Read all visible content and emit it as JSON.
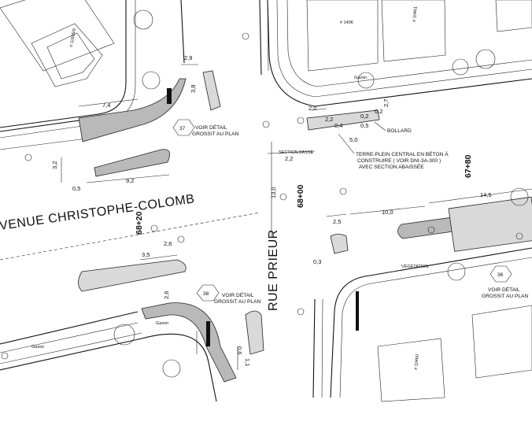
{
  "streets": {
    "avenue": "VENUE CHRISTOPHE-COLOMB",
    "rue": "RUE PRIEUR"
  },
  "stations": [
    "68+20",
    "68+00",
    "67+80"
  ],
  "notes": {
    "voir_detail_1": "VOIR DÉTAIL",
    "grossit_1": "GROSSIT AU PLAN",
    "voir_detail_2": "VOIR DÉTAIL",
    "grossit_2": "GROSSIT AU PLAN",
    "voir_detail_3": "VOIR DÉTAIL",
    "grossit_3": "GROSSIT AU PLAN",
    "bollard": "BOLLARD",
    "terre_plein_1": "TERRE-PLEIN CENTRAL EN BÉTON À",
    "terre_plein_2": "CONSTRUIRE ( VOIR DNI-3A-300 )",
    "terre_plein_3": "AVEC SECTION ABAISSÉE",
    "section_basse": "SECTION BASSE",
    "vegetation": "VÉGÉTATION"
  },
  "details": [
    "37",
    "38",
    "36"
  ],
  "buildings": {
    "b1": "# 11695/9",
    "b2": "# 1406",
    "b3": "# 10461",
    "b4": "# 10460"
  },
  "gazon": "Gazon",
  "dimensions": {
    "d1": "2,9",
    "d2": "7,4",
    "d3": "3,8",
    "d4": "3,2",
    "d5": "0,5",
    "d6": "9,2",
    "d7": "3,5",
    "d8": "2,6",
    "d9": "2,6",
    "d10": "0,6",
    "d11": "1,1",
    "d12": "2,0",
    "d13": "2,7",
    "d14": "2,2",
    "d15": "0,2",
    "d16": "0,2",
    "d17": "5,0",
    "d18": "2,2",
    "d19": "13,0",
    "d20": "2,5",
    "d21": "10,0",
    "d22": "14,5",
    "d23": "0,3",
    "d24": "0,4",
    "d25": "0,5"
  }
}
